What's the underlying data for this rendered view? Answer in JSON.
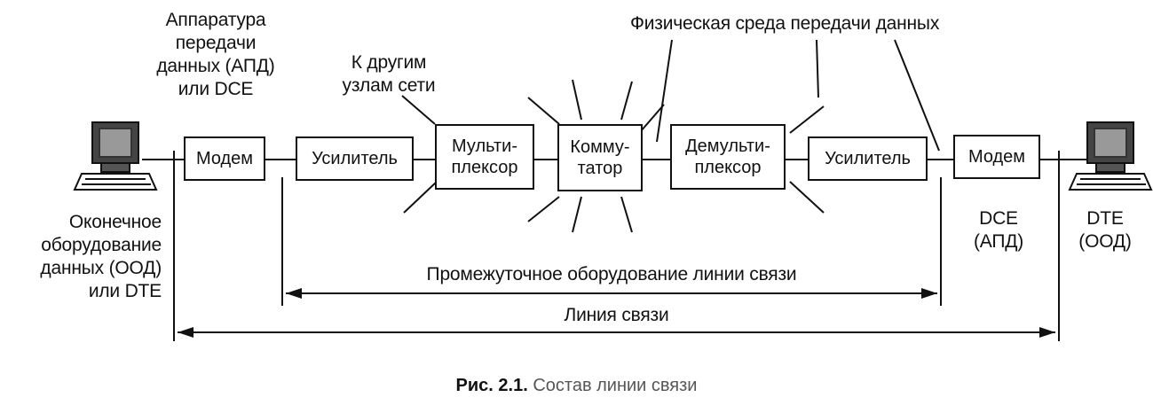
{
  "labels": {
    "dce_left": "Аппаратура передачи данных (АПД) или DCE",
    "dce_left_lines": [
      "Аппаратура",
      "передачи",
      "данных (АПД)",
      "или DCE"
    ],
    "other_nodes_lines": [
      "К другим",
      "узлам сети"
    ],
    "physical_medium": "Физическая среда передачи данных",
    "dte_left_lines": [
      "Оконечное",
      "оборудование",
      "данных (ООД)",
      "или DTE"
    ],
    "dce_right_lines": [
      "DCE",
      "(АПД)"
    ],
    "dte_right_lines": [
      "DTE",
      "(ООД)"
    ],
    "intermediate": "Промежуточное оборудование линии связи",
    "link": "Линия связи"
  },
  "boxes": {
    "modem_left": "Модем",
    "amp_left": "Усилитель",
    "mux_lines": [
      "Мульти-",
      "плексор"
    ],
    "switch_lines": [
      "Комму-",
      "татор"
    ],
    "demux_lines": [
      "Демульти-",
      "плексор"
    ],
    "amp_right": "Усилитель",
    "modem_right": "Модем"
  },
  "icons": [
    "computer-icon-left",
    "computer-icon-right"
  ],
  "caption": {
    "number": "Рис. 2.1.",
    "text": "Состав линии связи"
  }
}
